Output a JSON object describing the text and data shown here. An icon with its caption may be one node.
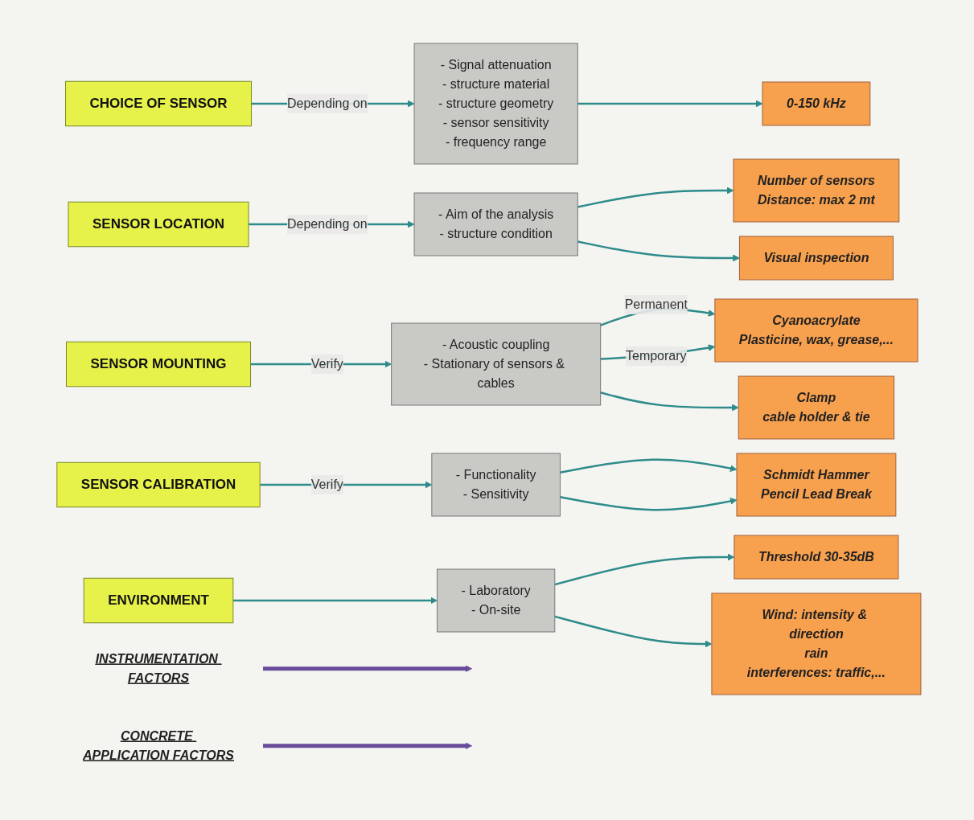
{
  "diagram": {
    "nodes": [
      {
        "text": [
          "INSTRUMENTATION FACTORS"
        ]
      },
      {
        "text": [
          "CONCRETE APPLICATION FACTORS"
        ]
      },
      {
        "text": [
          "CHOICE OF SENSOR"
        ]
      },
      {
        "text": [
          "- Signal attenuation",
          "- structure material",
          "- structure geometry",
          "- sensor sensitivity",
          "- frequency range"
        ]
      },
      {
        "text": [
          "0-150 kHz"
        ]
      },
      {
        "text": [
          "SENSOR LOCATION"
        ]
      },
      {
        "text": [
          "- Aim of the analysis",
          "- structure condition"
        ]
      },
      {
        "text": [
          "Number of sensors",
          "Distance: max 2 mt"
        ]
      },
      {
        "text": [
          "Visual inspection"
        ]
      },
      {
        "text": [
          "SENSOR MOUNTING"
        ]
      },
      {
        "text": [
          "- Acoustic coupling",
          "- Stationary of sensors & cables"
        ]
      },
      {
        "text": [
          "Cyanoacrylate",
          "Plasticine, wax, grease,..."
        ]
      },
      {
        "text": [
          "Clamp",
          "cable holder & tie"
        ]
      },
      {
        "text": [
          "SENSOR CALIBRATION"
        ]
      },
      {
        "text": [
          "- Functionality",
          "- Sensitivity"
        ]
      },
      {
        "text": [
          "Schmidt Hammer",
          "Pencil Lead Break"
        ]
      },
      {
        "text": [
          "ENVIRONMENT"
        ]
      },
      {
        "text": [
          "- Laboratory",
          "- On-site"
        ]
      },
      {
        "text": [
          "Threshold 30-35dB"
        ]
      },
      {
        "text": [
          "Wind: intensity & direction",
          "rain",
          "interferences: traffic,..."
        ]
      }
    ],
    "edges": [
      {
        "from": 0,
        "to": null,
        "arrow": "to",
        "style": "thick",
        "color": "#6a4c9c"
      },
      {
        "from": 1,
        "to": null,
        "arrow": "to",
        "style": "thick",
        "color": "#6a4c9c"
      },
      {
        "from": 2,
        "to": 3,
        "arrow": "to",
        "label": "Depending on"
      },
      {
        "from": 3,
        "to": 4,
        "arrow": "to"
      },
      {
        "from": 5,
        "to": 6,
        "arrow": "to",
        "label": "Depending on"
      },
      {
        "from": 6,
        "to": 7,
        "arrow": "to"
      },
      {
        "from": 6,
        "to": 8,
        "arrow": "to"
      },
      {
        "from": 9,
        "to": 10,
        "arrow": "to",
        "label": "Verify"
      },
      {
        "from": 10,
        "to": 11,
        "arrow": "to",
        "label": "Permanent"
      },
      {
        "from": 10,
        "to": 11,
        "arrow": "to",
        "label": "Temporary"
      },
      {
        "from": 10,
        "to": 12,
        "arrow": "to"
      },
      {
        "from": 13,
        "to": 14,
        "arrow": "to",
        "label": "Verify"
      },
      {
        "from": 14,
        "to": 15,
        "arrow": "to"
      },
      {
        "from": 14,
        "to": 15,
        "arrow": "to"
      },
      {
        "from": 16,
        "to": 17,
        "arrow": "to"
      },
      {
        "from": 17,
        "to": 18,
        "arrow": "to"
      },
      {
        "from": 17,
        "to": 19,
        "arrow": "to"
      }
    ]
  }
}
